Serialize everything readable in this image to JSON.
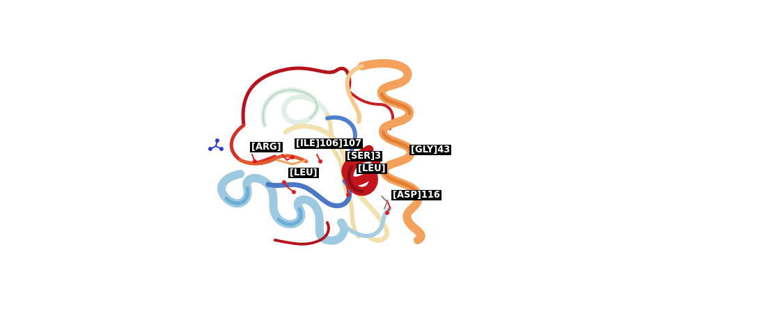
{
  "residue_labels": [
    {
      "id": "arg",
      "text": "[ARG]"
    },
    {
      "id": "ile",
      "text": "[ILE]106]107"
    },
    {
      "id": "ser",
      "text": "[SER]3"
    },
    {
      "id": "gly",
      "text": "[GLY]43"
    },
    {
      "id": "leu1",
      "text": "[LEU]"
    },
    {
      "id": "leu2",
      "text": "[LEU]"
    },
    {
      "id": "asp",
      "text": "[ASP]116"
    }
  ],
  "colors": {
    "background": "#ffffff",
    "label_bg": "#000000",
    "label_fg": "#ffffff",
    "ribbon_dark_red": "#b5121b",
    "ribbon_red": "#d62f27",
    "ribbon_orange_red": "#e35a2e",
    "ribbon_orange": "#f4a15c",
    "ribbon_light_orange": "#f9c98a",
    "ribbon_cream": "#f2e2b0",
    "ribbon_pale": "#dfeee6",
    "ribbon_light_blue": "#9ecae1",
    "ribbon_blue": "#6baed6",
    "ribbon_dark_blue": "#4a78c4",
    "stick_red": "#e41a1c",
    "stick_blue": "#2b3bd6",
    "stick_grey": "#888888"
  }
}
